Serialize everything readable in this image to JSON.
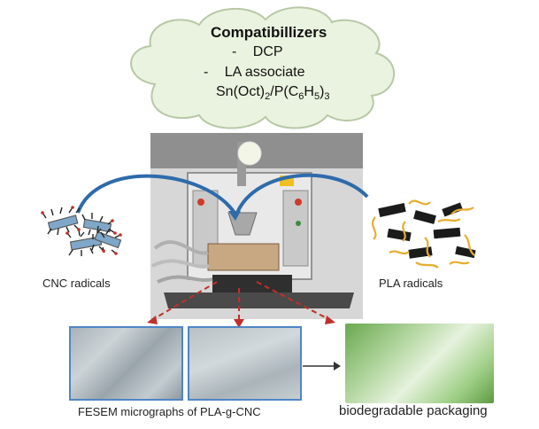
{
  "cloud": {
    "title": "Compatibillizers",
    "items": [
      "DCP",
      "LA associate"
    ],
    "item_bullet": "-",
    "catalyst": {
      "p1": "Sn(Oct)",
      "s1": "2",
      "p2": "/P(C",
      "s2": "6",
      "p3": "H",
      "s3": "5",
      "p4": ")",
      "s4": "3"
    },
    "fill_color": "#eaf3df",
    "stroke_color": "#b8c8a6"
  },
  "left_molecules_label": "CNC radicals",
  "right_molecules_label": "PLA radicals",
  "micrographs_caption": "FESEM micrographs of PLA-g-CNC",
  "product_label": "biodegradable packaging",
  "colors": {
    "arc_blue": "#2e6bab",
    "dashed_red": "#c0302a",
    "micrograph_border": "#4f86c6"
  }
}
